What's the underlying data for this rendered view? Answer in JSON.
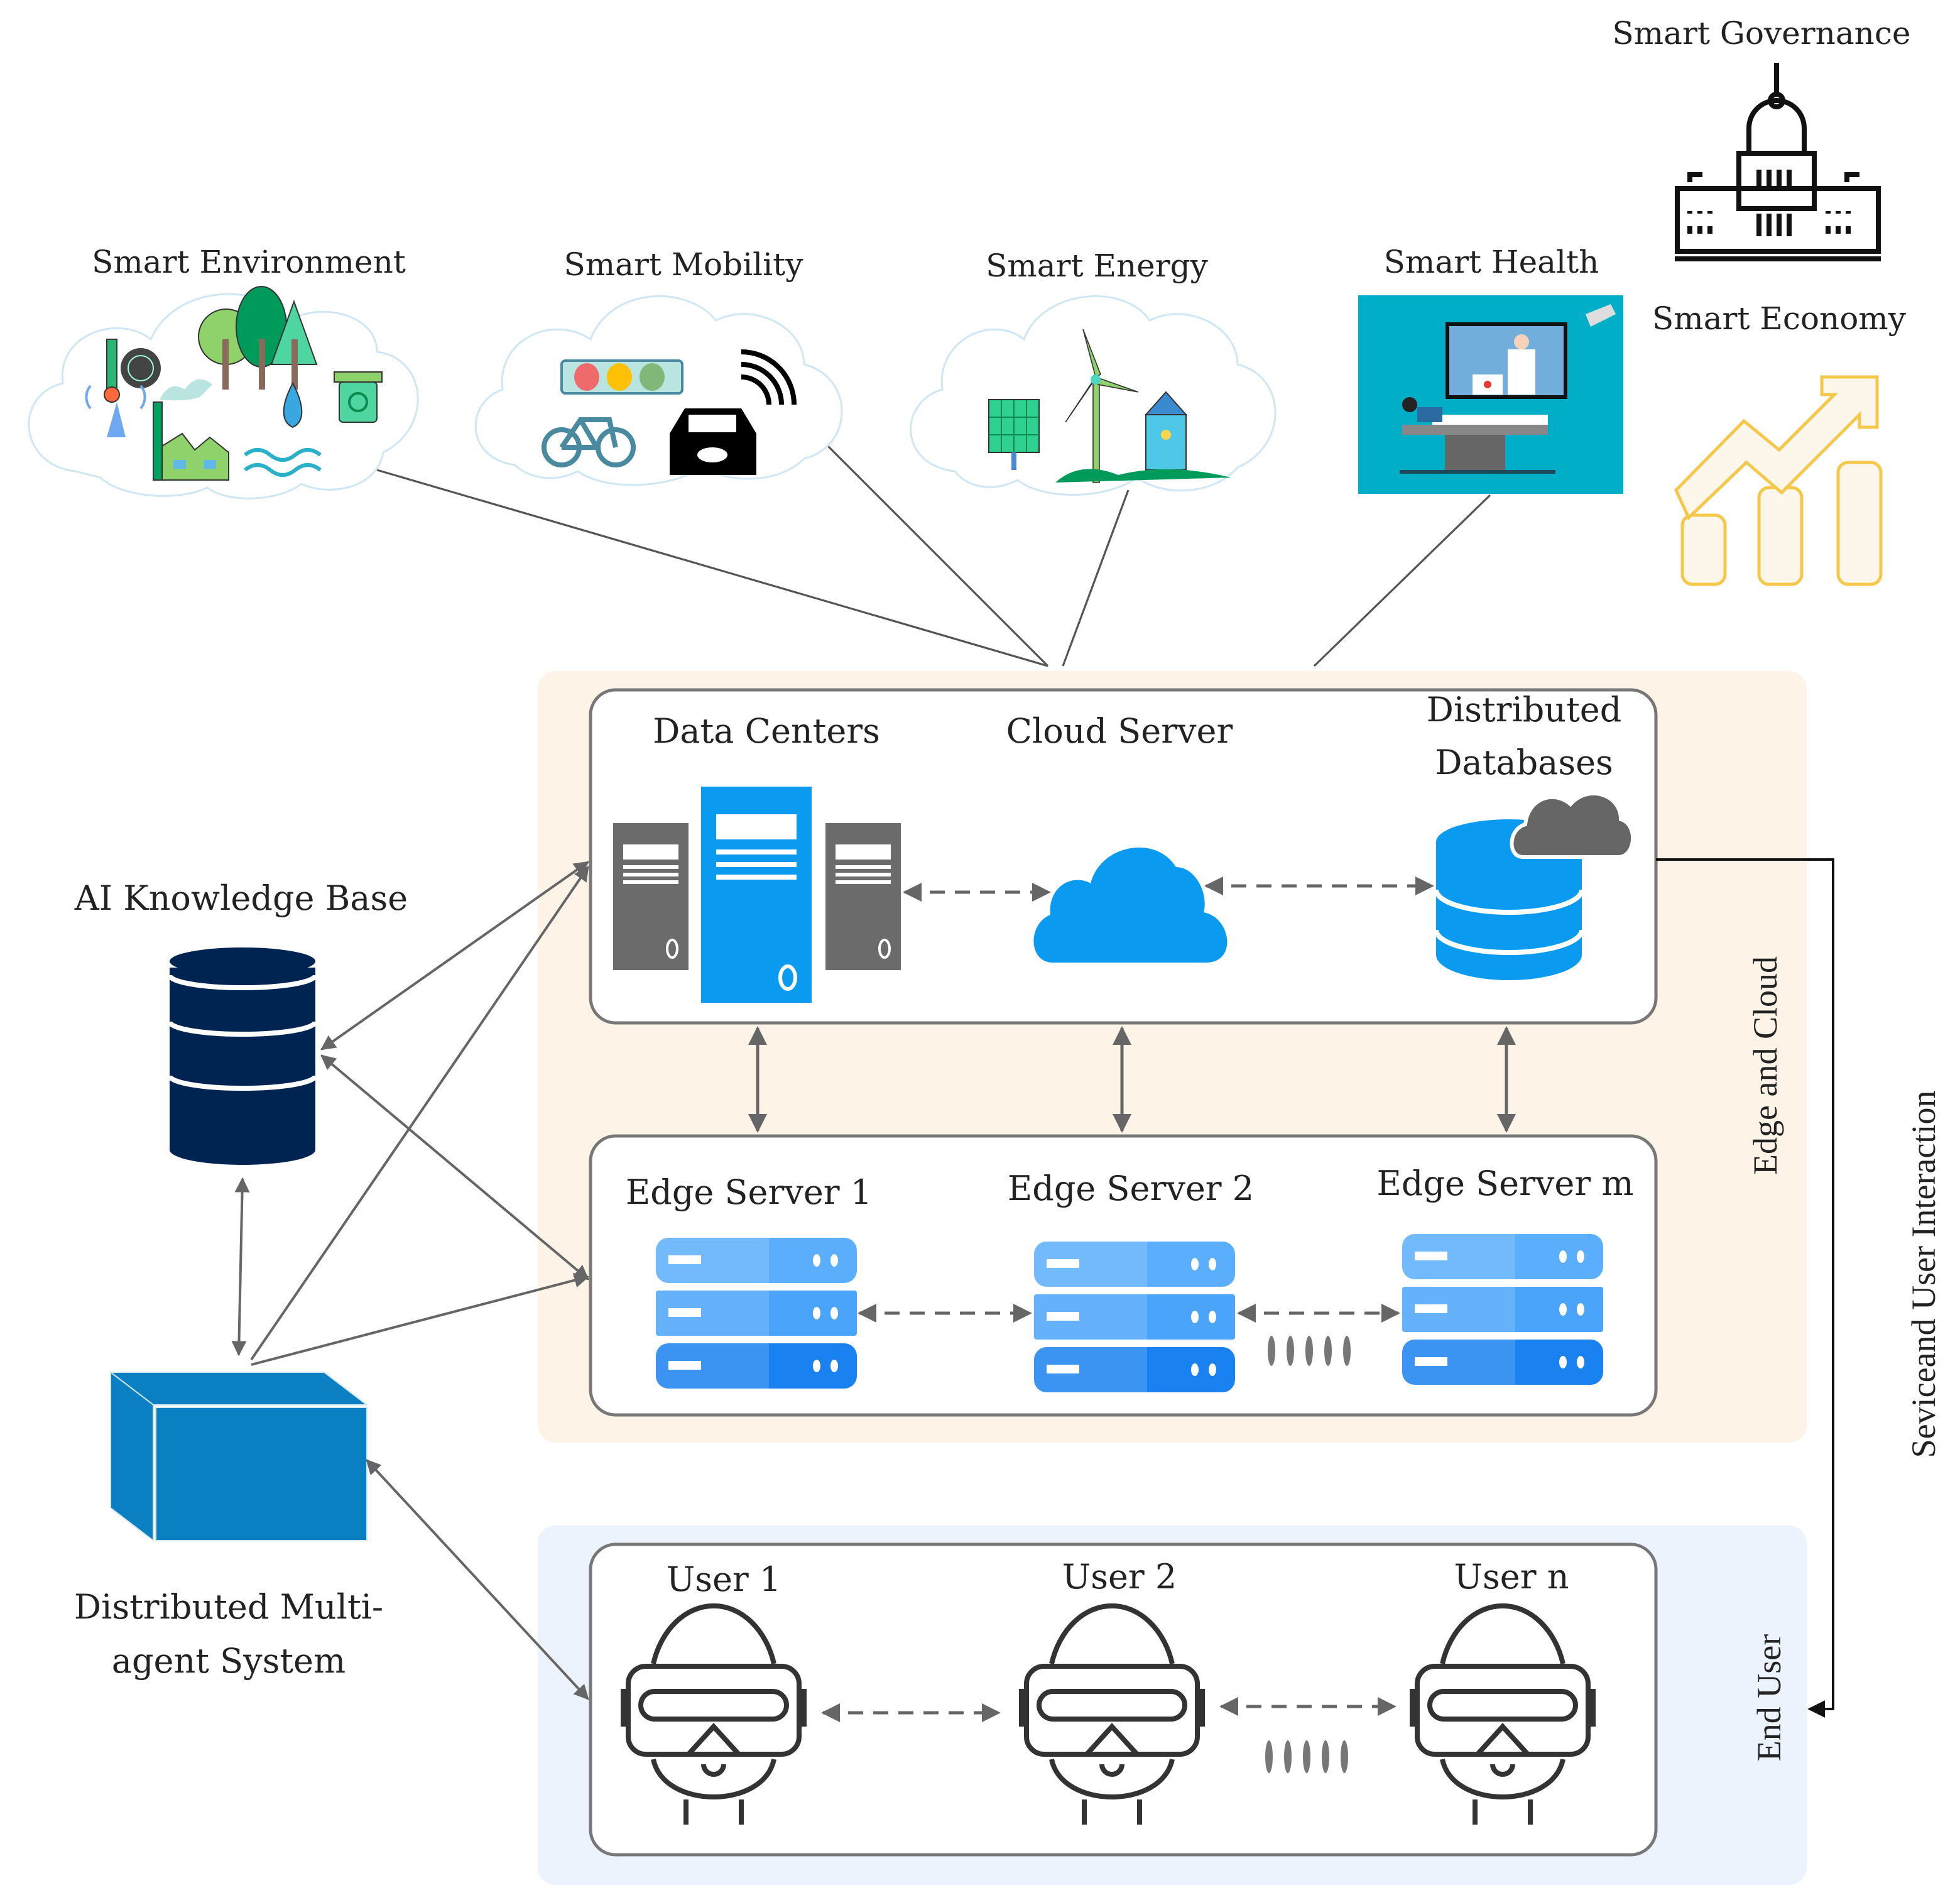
{
  "domains": {
    "environment": "Smart Environment",
    "mobility": "Smart Mobility",
    "energy": "Smart Energy",
    "health": "Smart Health",
    "governance": "Smart Governance",
    "economy": "Smart Economy"
  },
  "cloud_layer": {
    "data_centers": "Data Centers",
    "cloud_server": "Cloud Server",
    "distributed_databases_line1": "Distributed",
    "distributed_databases_line2": "Databases"
  },
  "edge_layer": {
    "servers": [
      "Edge Server 1",
      "Edge Server 2",
      "Edge Server m"
    ]
  },
  "user_layer": {
    "users": [
      "User 1",
      "User 2",
      "User n"
    ]
  },
  "side": {
    "ai_knowledge_base": "AI Knowledge Base",
    "multi_agent_line1": "Distributed Multi-",
    "multi_agent_line2": "agent System"
  },
  "vertical_labels": {
    "edge_and_cloud": "Edge  and Cloud",
    "end_user": "End User",
    "service_interaction": "Seviceand User Interaction"
  },
  "colors": {
    "edge_cloud_bg": "#fdf4e7",
    "end_user_bg": "#edf3fd",
    "primary_blue": "#0a9bf0",
    "navy": "#002451",
    "box_blue": "#0a7fc1",
    "health_teal": "#00aec8",
    "economy_gold": "#f5c84a",
    "connector_gray": "#666666"
  }
}
